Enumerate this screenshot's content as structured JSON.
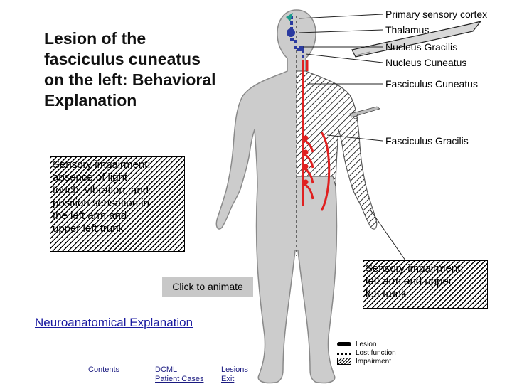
{
  "title": {
    "line1": "Lesion of the",
    "line2": "fasciculus cuneatus",
    "line3": "on the left: Behavioral",
    "line4": "Explanation"
  },
  "labels": {
    "primary_sensory_cortex": "Primary sensory cortex",
    "thalamus": "Thalamus",
    "nucleus_gracilis": "Nucleus Gracilis",
    "nucleus_cuneatus": "Nucleus Cuneatus",
    "fasciculus_cuneatus": "Fasciculus Cuneatus",
    "fasciculus_gracilis": "Fasciculus Gracilis"
  },
  "left_box": {
    "lines": [
      "Sensory impairment:",
      "absence of light",
      "touch, vibration, and",
      "position sensation in",
      "the left arm and",
      "upper left trunk"
    ]
  },
  "right_box": {
    "lines": [
      "Sensory impairment:",
      "left arm and upper",
      "left trunk"
    ]
  },
  "animate_button": "Click to animate",
  "neuro_link": "Neuroanatomical Explanation",
  "nav": {
    "contents": "Contents",
    "dcml_line1": "DCML",
    "dcml_line2": "Patient Cases",
    "lesions_line1": "Lesions",
    "lesions_line2": "Exit"
  },
  "legend": {
    "lesion": "Lesion",
    "lost_function": "Lost function",
    "impairment": "Impairment"
  },
  "colors": {
    "pathway": "#e02020",
    "body_fill": "#cccccc",
    "head_blue": "#2a3aa0",
    "cortex_teal": "#1a9a8a"
  }
}
